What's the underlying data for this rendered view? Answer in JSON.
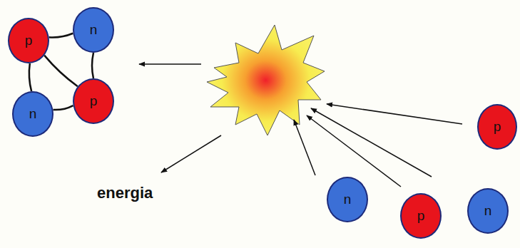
{
  "diagram": {
    "nodes": [
      {
        "text": [
          "p"
        ]
      },
      {
        "text": [
          "n"
        ]
      },
      {
        "text": [
          "n"
        ]
      },
      {
        "text": [
          "p"
        ]
      },
      {
        "text": [
          "p"
        ]
      },
      {
        "text": [
          "n"
        ]
      },
      {
        "text": [
          "p"
        ]
      },
      {
        "text": [
          "n"
        ]
      }
    ],
    "edges": [
      {
        "from": 0,
        "to": 1,
        "arrow": "none"
      },
      {
        "from": 0,
        "to": 2,
        "arrow": "none"
      },
      {
        "from": 0,
        "to": 3,
        "arrow": "none"
      },
      {
        "from": 1,
        "to": 3,
        "arrow": "none"
      },
      {
        "from": 2,
        "to": 3,
        "arrow": "none"
      }
    ],
    "labels": [
      "energia"
    ]
  }
}
